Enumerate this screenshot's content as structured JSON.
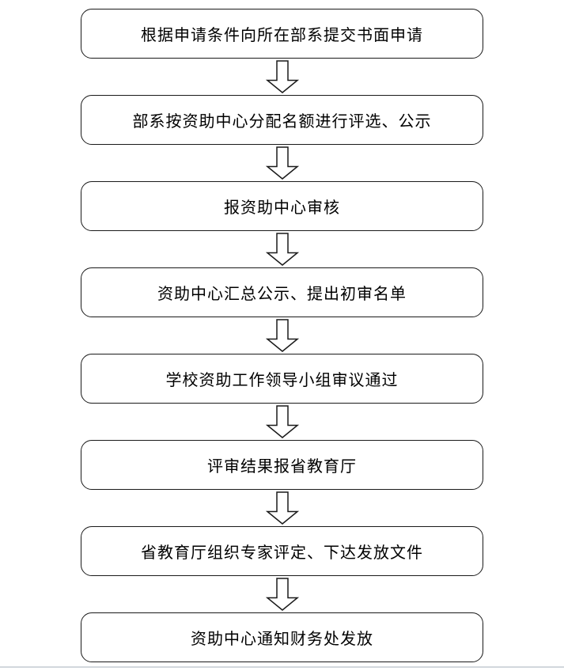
{
  "flowchart": {
    "steps": [
      {
        "label": "根据申请条件向所在部系提交书面申请"
      },
      {
        "label": "部系按资助中心分配名额进行评选、公示"
      },
      {
        "label": "报资助中心审核"
      },
      {
        "label": "资助中心汇总公示、提出初审名单"
      },
      {
        "label": "学校资助工作领导小组审议通过"
      },
      {
        "label": "评审结果报省教育厅"
      },
      {
        "label": "省教育厅组织专家评定、下达发放文件"
      },
      {
        "label": "资助中心通知财务处发放"
      }
    ],
    "colors": {
      "box_border": "#1a1a1a",
      "box_fill": "#ffffff",
      "text": "#000000",
      "arrow_outline": "#1a1a1a",
      "arrow_fill": "#ffffff",
      "bottom_rule": "#d2d7dd"
    }
  }
}
